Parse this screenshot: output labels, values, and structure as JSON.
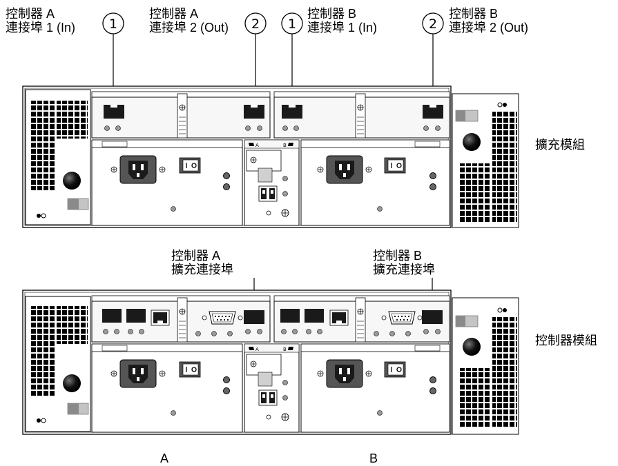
{
  "callouts_top": [
    {
      "number": "1",
      "line1": "控制器 A",
      "line2": "連接埠 1 (In)"
    },
    {
      "number": "2",
      "line1": "控制器 A",
      "line2": "連接埠 2 (Out)"
    },
    {
      "number": "1",
      "line1": "控制器 B",
      "line2": "連接埠 1 (In)"
    },
    {
      "number": "2",
      "line1": "控制器 B",
      "line2": "連接埠 2 (Out)"
    }
  ],
  "module_labels": {
    "expansion": "擴充模組",
    "controller": "控制器模組"
  },
  "callouts_bottom": [
    {
      "line1": "控制器 A",
      "line2": "擴充連接埠"
    },
    {
      "line1": "控制器 B",
      "line2": "擴充連接埠"
    }
  ],
  "psu_tags": {
    "a": "A",
    "b": "B"
  },
  "column_labels": {
    "a": "A",
    "b": "B"
  },
  "colors": {
    "line": "#000000",
    "panel": "#f7f7f7",
    "port": "#1a1a1a",
    "led": "#9a9a9a",
    "handle": "#c4c4c4"
  }
}
